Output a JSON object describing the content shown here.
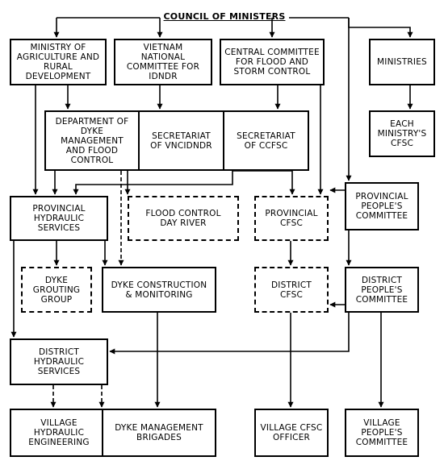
{
  "org_chart": {
    "council": "COUNCIL OF MINISTERS",
    "mard": "MINISTRY OF\nAGRICULTURE AND\nRURAL\nDEVELOPMENT",
    "vncidndr": "VIETNAM\nNATIONAL\nCOMMITTEE FOR\nIDNDR",
    "ccfsc": "CENTRAL COMMITTEE\nFOR FLOOD AND\nSTORM CONTROL",
    "ministries": "MINISTRIES",
    "dept_dyke": "DEPARTMENT OF\nDYKE\nMANAGEMENT\nAND FLOOD\nCONTROL",
    "sec_vncidndr": "SECRETARIAT\nOF VNCIDNDR",
    "sec_ccfsc": "SECRETARIAT\nOF CCFSC",
    "ministry_cfsc": "EACH\nMINISTRY'S\nCFSC",
    "prov_hydraulic": "PROVINCIAL\nHYDRAULIC\nSERVICES",
    "flood_day_river": "FLOOD CONTROL\nDAY RIVER",
    "prov_cfsc": "PROVINCIAL\nCFSC",
    "prov_peoples": "PROVINCIAL\nPEOPLE'S\nCOMMITTEE",
    "grouting": "DYKE\nGROUTING\nGROUP",
    "dyke_construction": "DYKE CONSTRUCTION\n& MONITORING",
    "district_cfsc": "DISTRICT\nCFSC",
    "district_peoples": "DISTRICT\nPEOPLE'S\nCOMMITTEE",
    "district_hydraulic": "DISTRICT\nHYDRAULIC\nSERVICES",
    "village_hydraulic": "VILLAGE\nHYDRAULIC\nENGINEERING",
    "dyke_brigades": "DYKE MANAGEMENT\nBRIGADES",
    "village_cfsc": "VILLAGE CFSC\nOFFICER",
    "village_peoples": "VILLAGE\nPEOPLE'S\nCOMMITTEE"
  }
}
